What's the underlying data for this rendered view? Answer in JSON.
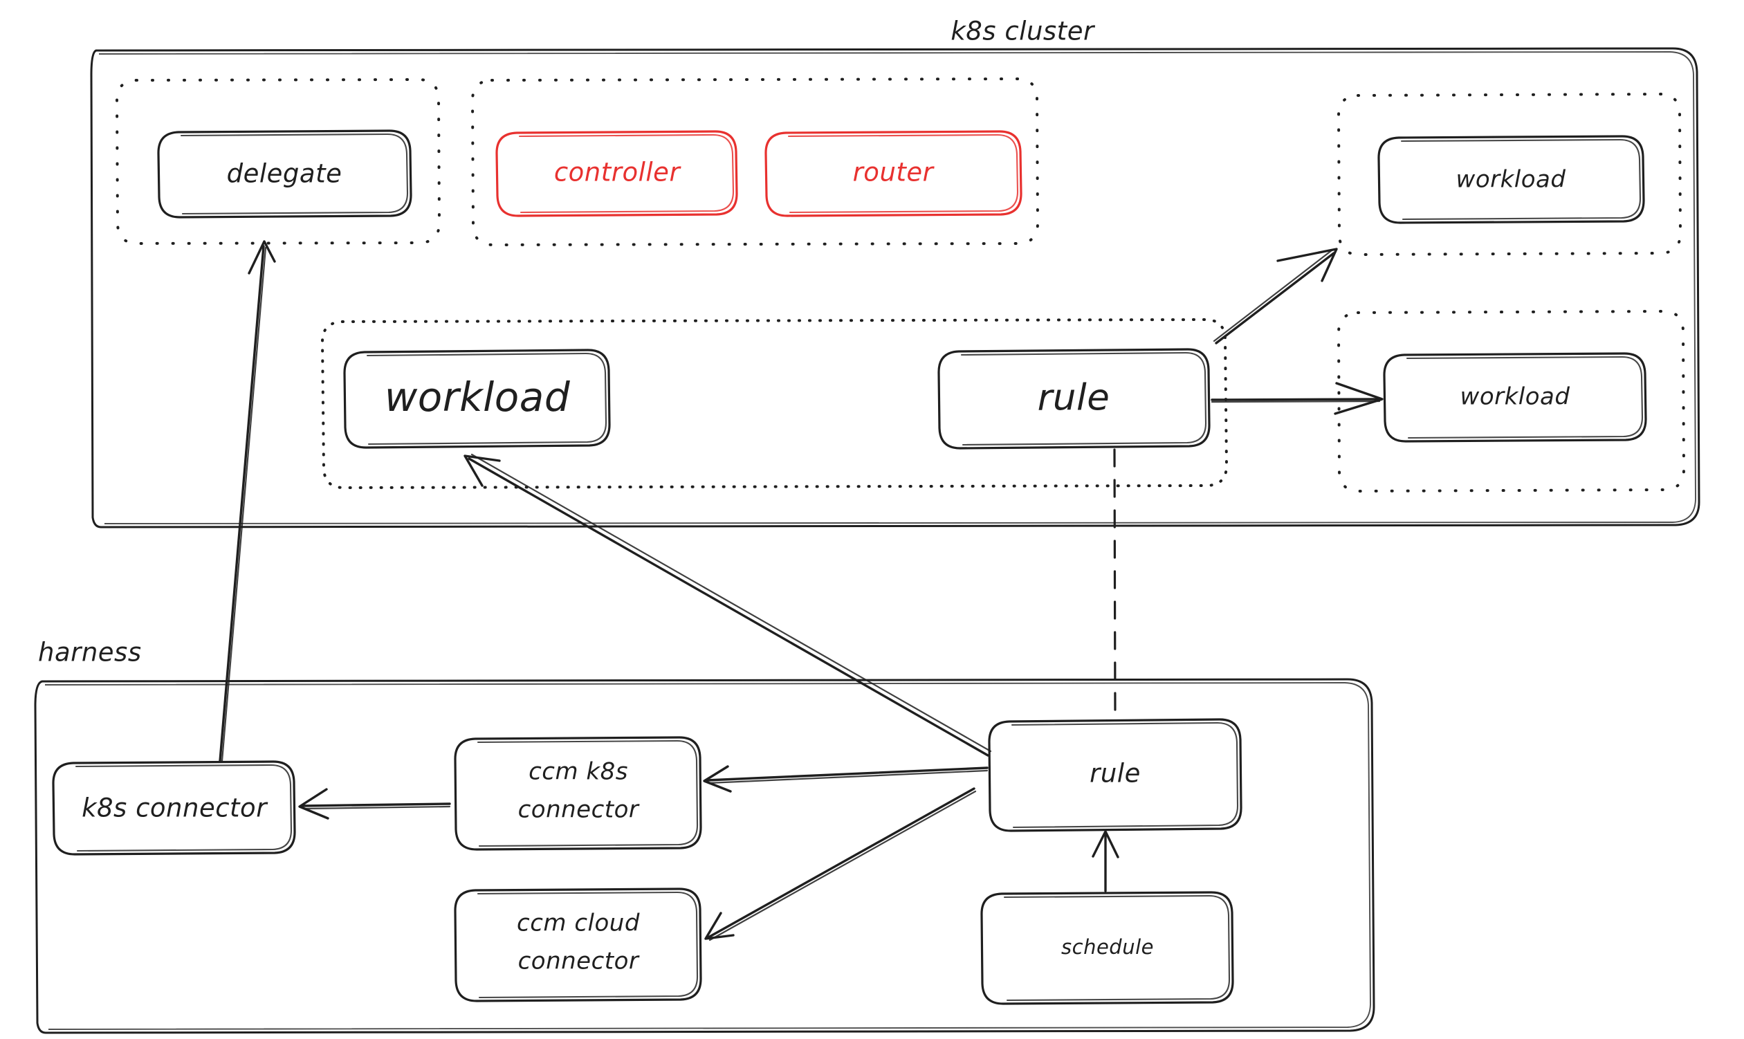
{
  "diagram": {
    "title_visible": false,
    "colors": {
      "ink": "#1f1f1f",
      "red": "#e8312f",
      "background": "#ffffff"
    },
    "zones": [
      {
        "id": "k8s-cluster",
        "label": "k8s cluster",
        "style": "solid"
      },
      {
        "id": "harness",
        "label": "harness",
        "style": "solid"
      }
    ],
    "k8s_cluster": {
      "label": "k8s cluster",
      "groups": [
        {
          "id": "delegate-group",
          "label": "",
          "style": "dotted",
          "nodes": [
            "delegate"
          ]
        },
        {
          "id": "control-group",
          "label": "",
          "style": "dotted",
          "nodes": [
            "controller",
            "router"
          ]
        },
        {
          "id": "workload-group-top",
          "label": "",
          "style": "dotted",
          "nodes": [
            "workload-top-right"
          ]
        },
        {
          "id": "workload-group-bottom",
          "label": "",
          "style": "dotted",
          "nodes": [
            "workload-bottom-right"
          ]
        },
        {
          "id": "rule-group",
          "label": "",
          "style": "dotted",
          "nodes": [
            "workload-center",
            "rule-cluster"
          ]
        }
      ],
      "nodes": [
        {
          "id": "delegate",
          "label": "delegate",
          "color": "#1f1f1f"
        },
        {
          "id": "controller",
          "label": "controller",
          "color": "#e8312f"
        },
        {
          "id": "router",
          "label": "router",
          "color": "#e8312f"
        },
        {
          "id": "workload-top-right",
          "label": "workload",
          "color": "#1f1f1f"
        },
        {
          "id": "workload-bottom-right",
          "label": "workload",
          "color": "#1f1f1f"
        },
        {
          "id": "workload-center",
          "label": "workload",
          "color": "#1f1f1f"
        },
        {
          "id": "rule-cluster",
          "label": "rule",
          "color": "#1f1f1f"
        }
      ]
    },
    "harness": {
      "label": "harness",
      "nodes": [
        {
          "id": "k8s-connector",
          "label": "k8s connector",
          "color": "#1f1f1f"
        },
        {
          "id": "ccm-k8s-connector",
          "label_line1": "ccm k8s",
          "label_line2": "connector",
          "color": "#1f1f1f"
        },
        {
          "id": "ccm-cloud-connector",
          "label_line1": "ccm cloud",
          "label_line2": "connector",
          "color": "#1f1f1f"
        },
        {
          "id": "rule-harness",
          "label": "rule",
          "color": "#1f1f1f"
        },
        {
          "id": "schedule",
          "label": "schedule",
          "color": "#1f1f1f"
        }
      ]
    },
    "edges": [
      {
        "id": "edge-k8sconnector-to-delegate",
        "from": "k8s-connector",
        "to": "delegate",
        "style": "solid",
        "arrow": "to"
      },
      {
        "id": "edge-rule-harness-to-workload-center",
        "from": "rule-harness",
        "to": "workload-center",
        "style": "solid",
        "arrow": "to"
      },
      {
        "id": "edge-rule-cluster-to-workload-top-right",
        "from": "rule-cluster",
        "to": "workload-top-right",
        "style": "solid",
        "arrow": "to"
      },
      {
        "id": "edge-rule-cluster-to-workload-bottom-right",
        "from": "rule-cluster",
        "to": "workload-bottom-right",
        "style": "solid",
        "arrow": "to"
      },
      {
        "id": "edge-rule-cluster-to-rule-harness",
        "from": "rule-cluster",
        "to": "rule-harness",
        "style": "dashed",
        "arrow": "none"
      },
      {
        "id": "edge-rule-harness-to-ccm-k8s-connector",
        "from": "rule-harness",
        "to": "ccm-k8s-connector",
        "style": "solid",
        "arrow": "to"
      },
      {
        "id": "edge-rule-harness-to-ccm-cloud-connector",
        "from": "rule-harness",
        "to": "ccm-cloud-connector",
        "style": "solid",
        "arrow": "to"
      },
      {
        "id": "edge-ccm-k8s-connector-to-k8s-connector",
        "from": "ccm-k8s-connector",
        "to": "k8s-connector",
        "style": "solid",
        "arrow": "to"
      },
      {
        "id": "edge-schedule-to-rule-harness",
        "from": "schedule",
        "to": "rule-harness",
        "style": "solid",
        "arrow": "to"
      }
    ]
  }
}
